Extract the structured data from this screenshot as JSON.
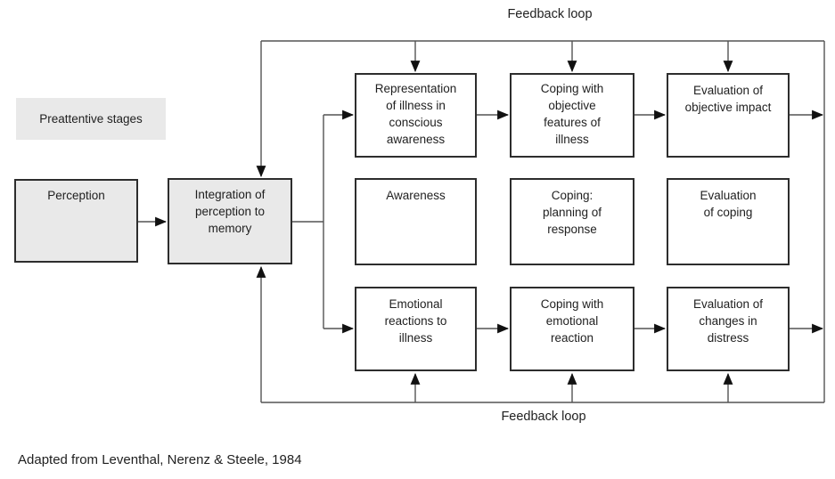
{
  "labels": {
    "feedback_top": "Feedback loop",
    "feedback_bottom": "Feedback loop",
    "preattentive": "Preattentive stages",
    "caption": "Adapted from Leventhal, Nerenz & Steele, 1984"
  },
  "nodes": {
    "perception": {
      "label": "Perception"
    },
    "integration": {
      "label": "Integration of\nperception to\nmemory"
    },
    "representation": {
      "label": "Representation\nof illness in\nconscious\nawareness"
    },
    "coping_objective": {
      "label": "Coping with\nobjective\nfeatures of\nillness"
    },
    "evaluation_objective": {
      "label": "Evaluation of\nobjective impact"
    },
    "awareness": {
      "label": "Awareness"
    },
    "coping_planning": {
      "label": "Coping:\nplanning of\nresponse"
    },
    "evaluation_coping": {
      "label": "Evaluation\nof coping"
    },
    "emotional_reactions": {
      "label": "Emotional\nreactions to\nillness"
    },
    "coping_emotional": {
      "label": "Coping with\nemotional\nreaction"
    },
    "evaluation_distress": {
      "label": "Evaluation of\nchanges in\ndistress"
    }
  },
  "colors": {
    "shaded_box_fill": "#e9e9e9",
    "box_border": "#2d2d2d",
    "connector_line": "#545454",
    "arrowhead": "#111111",
    "background": "#ffffff"
  }
}
